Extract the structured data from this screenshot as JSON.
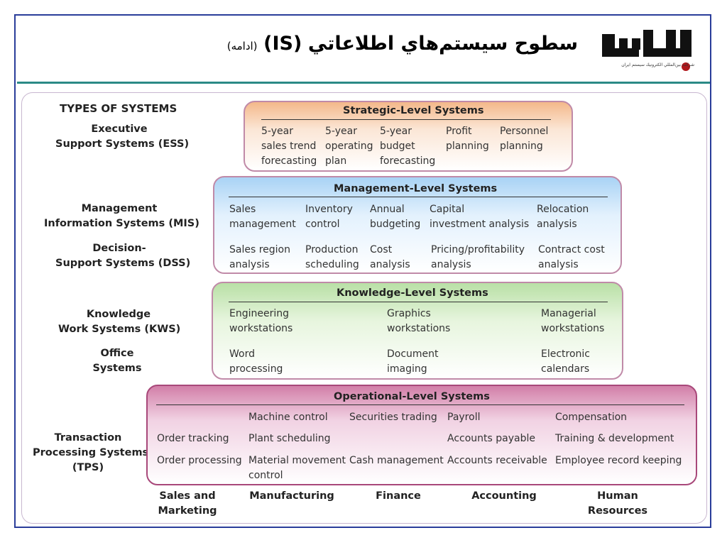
{
  "header": {
    "title_main": "سطوح سيستم‌هاي اطلاعاتي",
    "title_abbr": "(IS)",
    "title_sub": "(ادامه)",
    "logo_text": "شركت بين‌المللي الكترونيك سيستم ايران",
    "colors": {
      "border": "#2a3d9a",
      "rule": "#2b8a86",
      "logo_red": "#b0181c"
    }
  },
  "diagram": {
    "heading": "TYPES OF SYSTEMS",
    "system_types": [
      {
        "line1": "Executive",
        "line2": "Support Systems (ESS)"
      },
      {
        "line1": "Management",
        "line2": "Information Systems (MIS)"
      },
      {
        "line1": "Decision-",
        "line2": "Support Systems (DSS)"
      },
      {
        "line1": "Knowledge",
        "line2": "Work Systems (KWS)"
      },
      {
        "line1": "Office",
        "line2": "Systems"
      },
      {
        "line1": "Transaction",
        "line2": "Processing Systems",
        "line3": "(TPS)"
      }
    ],
    "levels": {
      "strategic": {
        "title": "Strategic-Level Systems",
        "items": [
          {
            "l1": "5-year",
            "l2": "sales trend",
            "l3": "forecasting"
          },
          {
            "l1": "5-year",
            "l2": "operating",
            "l3": "plan"
          },
          {
            "l1": "5-year",
            "l2": "budget",
            "l3": "forecasting"
          },
          {
            "l1": "Profit",
            "l2": "planning"
          },
          {
            "l1": "Personnel",
            "l2": "planning"
          }
        ]
      },
      "management": {
        "title": "Management-Level Systems",
        "row1": [
          {
            "l1": "Sales",
            "l2": "management"
          },
          {
            "l1": "Inventory",
            "l2": "control"
          },
          {
            "l1": "Annual",
            "l2": "budgeting"
          },
          {
            "l1": "Capital",
            "l2": "investment analysis"
          },
          {
            "l1": "Relocation",
            "l2": "analysis"
          }
        ],
        "row2": [
          {
            "l1": "Sales region",
            "l2": "analysis"
          },
          {
            "l1": "Production",
            "l2": "scheduling"
          },
          {
            "l1": "Cost",
            "l2": "analysis"
          },
          {
            "l1": "Pricing/profitability",
            "l2": "analysis"
          },
          {
            "l1": "Contract cost",
            "l2": "analysis"
          }
        ]
      },
      "knowledge": {
        "title": "Knowledge-Level Systems",
        "row1": [
          {
            "l1": "Engineering",
            "l2": "workstations"
          },
          {
            "l1": "Graphics",
            "l2": "workstations"
          },
          {
            "l1": "Managerial",
            "l2": "workstations"
          }
        ],
        "row2": [
          {
            "l1": "Word",
            "l2": "processing"
          },
          {
            "l1": "Document",
            "l2": "imaging"
          },
          {
            "l1": "Electronic",
            "l2": "calendars"
          }
        ]
      },
      "operational": {
        "title": "Operational-Level Systems",
        "cells": {
          "machine_control": "Machine control",
          "securities_trading": "Securities trading",
          "payroll": "Payroll",
          "compensation": "Compensation",
          "order_tracking": "Order tracking",
          "plant_scheduling": "Plant scheduling",
          "accounts_payable": "Accounts payable",
          "training": "Training & development",
          "order_processing": "Order processing",
          "material_movement_1": "Material movement",
          "material_movement_2": "control",
          "cash_management": "Cash management",
          "accounts_receivable": "Accounts receivable",
          "employee_records": "Employee record keeping"
        }
      }
    },
    "functional_areas": [
      {
        "l1": "Sales and",
        "l2": "Marketing"
      },
      {
        "l1": "Manufacturing"
      },
      {
        "l1": "Finance"
      },
      {
        "l1": "Accounting"
      },
      {
        "l1": "Human",
        "l2": "Resources"
      }
    ]
  }
}
